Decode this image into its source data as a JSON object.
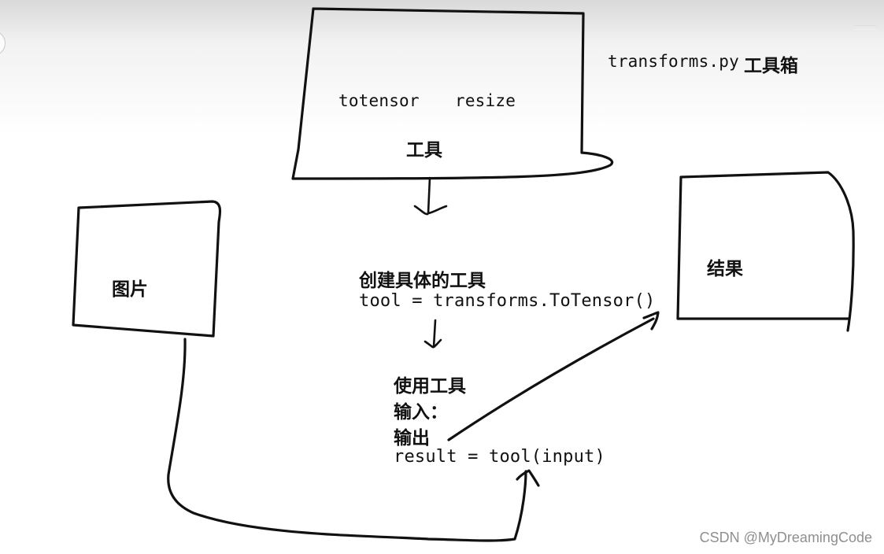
{
  "diagram": {
    "toolbox_title_code": "transforms.py",
    "toolbox_title_cn": "工具箱",
    "toolbox_item_left": "totensor",
    "toolbox_item_right": "resize",
    "toolbox_footer": "工具",
    "image_label": "图片",
    "result_label": "结果",
    "create_tool_cn": "创建具体的工具",
    "create_tool_code": "tool = transforms.ToTensor()",
    "use_tool_cn": "使用工具",
    "input_cn": "输入：",
    "output_cn": "输出",
    "use_tool_code": "result = tool(input)"
  },
  "watermark": "CSDN @MyDreamingCode"
}
